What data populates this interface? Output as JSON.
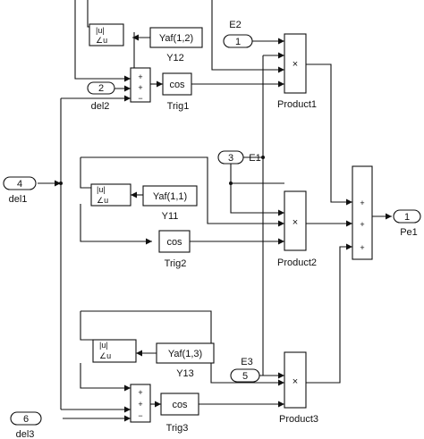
{
  "diagram": {
    "ports": {
      "in_del2": {
        "number": "2",
        "label": "del2"
      },
      "in_E2": {
        "number": "1",
        "label": "E2"
      },
      "in_E1": {
        "number": "3",
        "label": "E1"
      },
      "in_del1": {
        "number": "4",
        "label": "del1"
      },
      "in_E3": {
        "number": "5",
        "label": "E3"
      },
      "in_del3": {
        "number": "6",
        "label": "del3"
      },
      "out_Pe1": {
        "number": "1",
        "label": "Pe1"
      }
    },
    "blocks": {
      "y12": {
        "text": "Yaf(1,2)",
        "label": "Y12"
      },
      "y11": {
        "text": "Yaf(1,1)",
        "label": "Y11"
      },
      "y13": {
        "text": "Yaf(1,3)",
        "label": "Y13"
      },
      "trig1": {
        "text": "cos",
        "label": "Trig1"
      },
      "trig2": {
        "text": "cos",
        "label": "Trig2"
      },
      "trig3": {
        "text": "cos",
        "label": "Trig3"
      },
      "product1": {
        "symbol": "×",
        "label": "Product1"
      },
      "product2": {
        "symbol": "×",
        "label": "Product2"
      },
      "product3": {
        "symbol": "×",
        "label": "Product3"
      },
      "c2p": {
        "mag": "|u|",
        "ang": "∠u"
      }
    }
  }
}
